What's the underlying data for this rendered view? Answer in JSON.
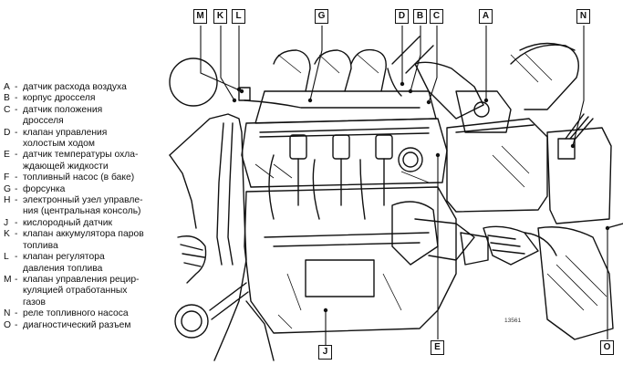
{
  "legend": [
    {
      "key": "A",
      "text": "датчик расхода воздуха"
    },
    {
      "key": "B",
      "text": "корпус дросселя"
    },
    {
      "key": "C",
      "text": "датчик положения\nдросселя"
    },
    {
      "key": "D",
      "text": "клапан управления\nхолостым ходом"
    },
    {
      "key": "E",
      "text": "датчик температуры охла-\nждающей жидкости"
    },
    {
      "key": "F",
      "text": "топливный насос (в баке)"
    },
    {
      "key": "G",
      "text": "форсунка"
    },
    {
      "key": "H",
      "text": "электронный узел управле-\nния (центральная консоль)"
    },
    {
      "key": "J",
      "text": "кислородный датчик"
    },
    {
      "key": "K",
      "text": "клапан аккумулятора паров\nтоплива"
    },
    {
      "key": "L",
      "text": "клапан регулятора\nдавления топлива"
    },
    {
      "key": "M",
      "text": "клапан управления рецир-\nкуляцией отработанных\nгазов"
    },
    {
      "key": "N",
      "text": "реле топливного насоса"
    },
    {
      "key": "O",
      "text": "диагностический разъем"
    }
  ],
  "callouts": {
    "M": "M",
    "K": "K",
    "L": "L",
    "G": "G",
    "D": "D",
    "B": "B",
    "C": "C",
    "A": "A",
    "N": "N",
    "J": "J",
    "E": "E",
    "O": "O"
  },
  "figure_code": "13561"
}
